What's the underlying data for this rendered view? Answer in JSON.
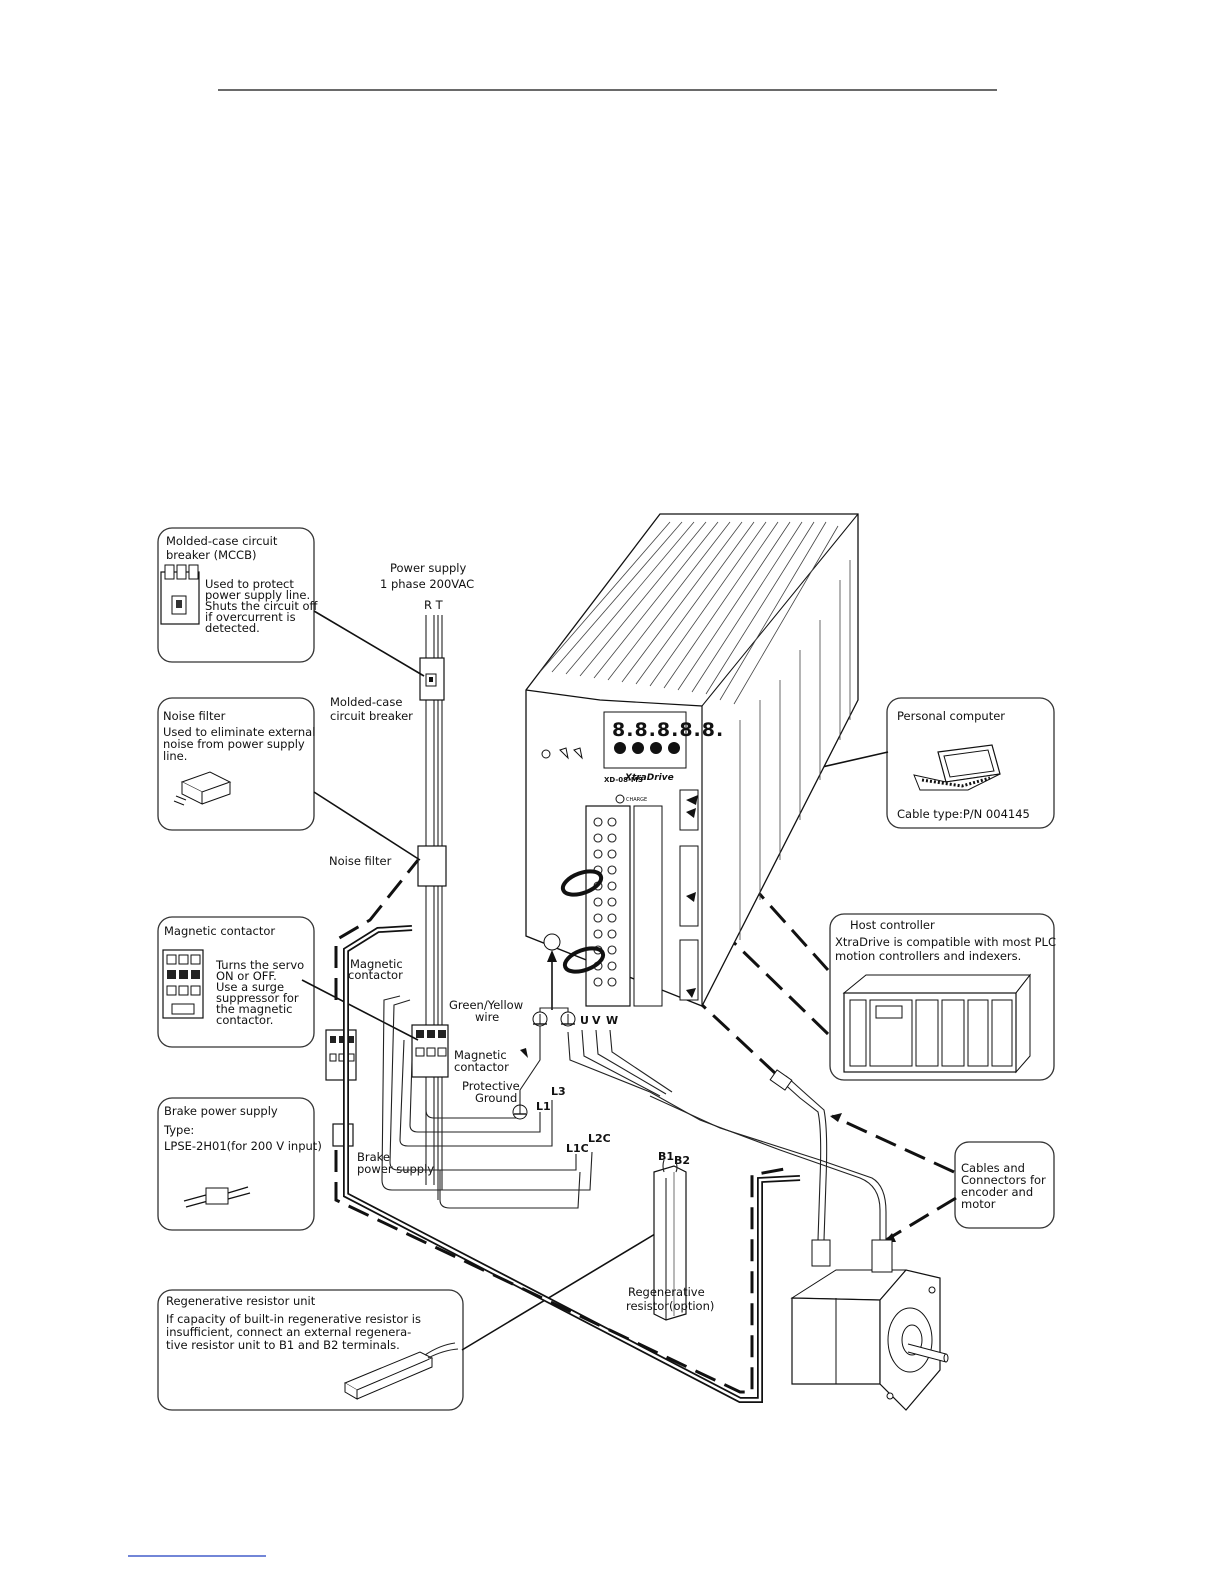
{
  "labels": {
    "mccb_box_title": [
      "Molded-case circuit",
      "breaker (MCCB)"
    ],
    "mccb_box_desc": [
      "Used to protect",
      "power supply line.",
      "Shuts the circuit off",
      "if overcurrent is",
      "detected."
    ],
    "noise_box_title": "Noise filter",
    "noise_box_desc": [
      "Used to eliminate external",
      "noise from power supply",
      "line."
    ],
    "contactor_box_title": "Magnetic contactor",
    "contactor_box_desc": [
      "Turns the servo",
      "ON or OFF.",
      "Use a surge",
      "suppressor for",
      "the magnetic",
      "contactor."
    ],
    "brake_box_title": "Brake power supply",
    "brake_box_desc": [
      "Type:",
      "LPSE-2H01(for 200 V input)"
    ],
    "regen_box_title": "Regenerative resistor unit",
    "regen_box_desc": [
      "If capacity of built-in regenerative resistor is",
      "insufficient, connect an external regenera-",
      "tive resistor unit to B1 and B2 terminals."
    ],
    "pc_box_title": "Personal computer",
    "pc_box_desc": "Cable type:P/N 004145",
    "host_box_title": "Host controller",
    "host_box_desc": [
      "XtraDrive is compatible with most PLC",
      "motion controllers and indexers."
    ],
    "cables_box_desc": [
      "Cables and",
      "Connectors for",
      "encoder and",
      "motor"
    ],
    "power_supply": [
      "Power supply",
      "1 phase 200VAC"
    ],
    "rt": "R T",
    "mccb_callout": [
      "Molded-case",
      "circuit breaker"
    ],
    "noise_callout": "Noise filter",
    "contactor_callout_top": [
      "Magnetic",
      "contactor"
    ],
    "contactor_callout_mid": [
      "Magnetic",
      "contactor"
    ],
    "green_yellow": [
      "Green/Yellow",
      "wire"
    ],
    "protective_ground": [
      "Protective",
      "Ground"
    ],
    "brake_callout": [
      "Brake",
      "power supply"
    ],
    "regen_callout": [
      "Regenerative",
      "resistor(option)"
    ],
    "term_l1": "L1",
    "term_l3": "L3",
    "term_l1c": "L1C",
    "term_l2c": "L2C",
    "term_u": "U",
    "term_v": "V",
    "term_w": "W",
    "term_b1": "B1",
    "term_b2": "B2",
    "brand": "XtraDrive",
    "model": "XD-08-MS",
    "charge": "CHARGE",
    "display": "8.8.8.8.8."
  }
}
